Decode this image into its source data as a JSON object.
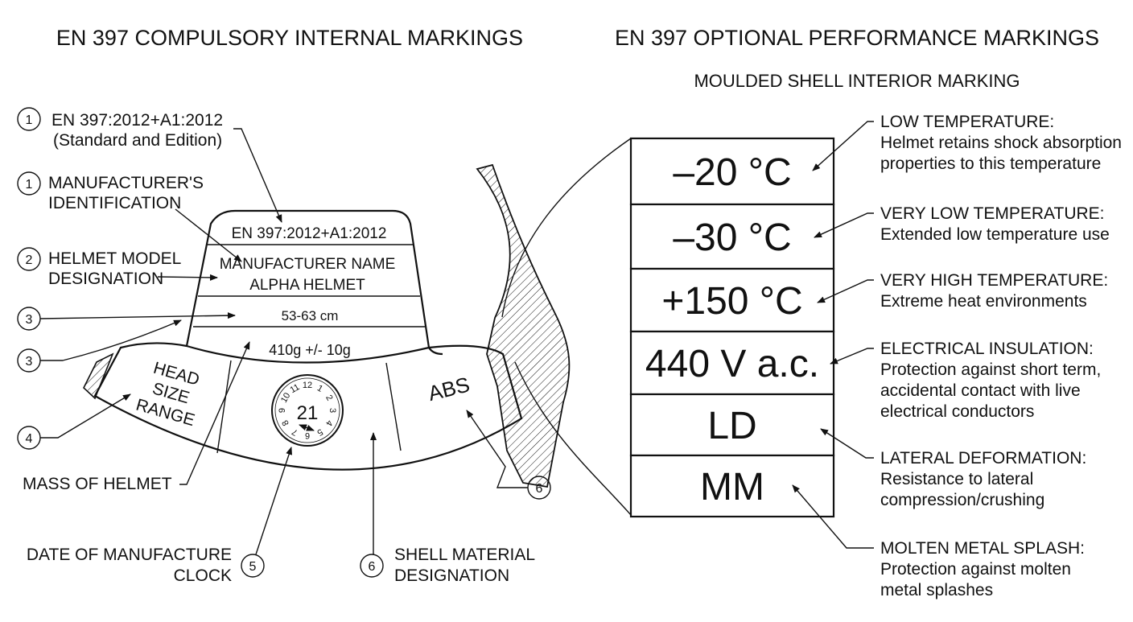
{
  "titles": {
    "left": "EN 397 COMPULSORY INTERNAL MARKINGS",
    "right": "EN 397 OPTIONAL PERFORMANCE MARKINGS",
    "right_sub": "MOULDED SHELL INTERIOR MARKING"
  },
  "left_callouts": {
    "standard_num": "1",
    "standard_line1": "EN 397:2012+A1:2012",
    "standard_line2": "(Standard and Edition)",
    "mfr_num": "1",
    "mfr_line1": "MANUFACTURER'S",
    "mfr_line2": "IDENTIFICATION",
    "model_num": "2",
    "model_line1": "HELMET MODEL",
    "model_line2": "DESIGNATION",
    "size_num": "3",
    "mass_num": "3",
    "range_num": "4",
    "mass_label": "MASS OF HELMET",
    "date_line1": "DATE OF MANUFACTURE",
    "date_line2": "CLOCK",
    "date_num": "5",
    "shell_num": "6",
    "shell_line1": "SHELL MATERIAL",
    "shell_line2": "DESIGNATION",
    "abs_num": "6"
  },
  "label_band": {
    "row1": "EN 397:2012+A1:2012",
    "row2a": "MANUFACTURER NAME",
    "row2b": "ALPHA HELMET",
    "row3": "53-63 cm",
    "row4": "410g +/- 10g",
    "head_size_1": "HEAD",
    "head_size_2": "SIZE",
    "head_size_3": "RANGE",
    "material": "ABS",
    "clock_year": "21",
    "clock_numbers": [
      "12",
      "1",
      "2",
      "3",
      "4",
      "5",
      "6",
      "7",
      "8",
      "9",
      "10",
      "11"
    ]
  },
  "marking_boxes": [
    "–20 °C",
    "–30 °C",
    "+150 °C",
    "440 V a.c.",
    "LD",
    "MM"
  ],
  "right_callouts": [
    {
      "title": "LOW TEMPERATURE:",
      "lines": [
        "Helmet retains shock absorption",
        "properties to this temperature"
      ]
    },
    {
      "title": "VERY LOW TEMPERATURE:",
      "lines": [
        "Extended low temperature use"
      ]
    },
    {
      "title": "VERY HIGH TEMPERATURE:",
      "lines": [
        "Extreme heat environments"
      ]
    },
    {
      "title": "ELECTRICAL INSULATION:",
      "lines": [
        "Protection against short term,",
        "accidental contact with live",
        "electrical conductors"
      ]
    },
    {
      "title": "LATERAL DEFORMATION:",
      "lines": [
        "Resistance to lateral",
        "compression/crushing"
      ]
    },
    {
      "title": "MOLTEN METAL SPLASH:",
      "lines": [
        "Protection against molten",
        "metal splashes"
      ]
    }
  ]
}
